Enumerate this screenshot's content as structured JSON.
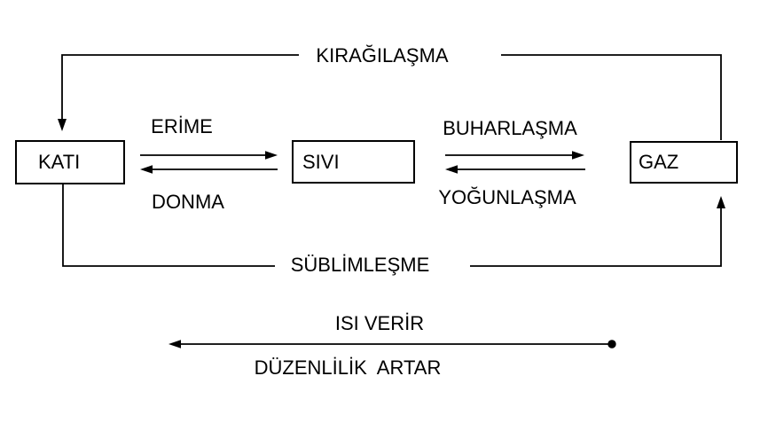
{
  "diagram_type": "phase-change-flowchart",
  "colors": {
    "background": "#ffffff",
    "line": "#000000",
    "text": "#000000"
  },
  "nodes": [
    {
      "id": "kati",
      "label": "KATI"
    },
    {
      "id": "sivi",
      "label": "SIVI"
    },
    {
      "id": "gaz",
      "label": "GAZ"
    }
  ],
  "transitions": [
    {
      "name": "erime",
      "label": "ERİME",
      "from": "KATI",
      "to": "SIVI"
    },
    {
      "name": "donma",
      "label": "DONMA",
      "from": "SIVI",
      "to": "KATI"
    },
    {
      "name": "buharlasma",
      "label": "BUHARLAŞMA",
      "from": "SIVI",
      "to": "GAZ"
    },
    {
      "name": "yogunlasma",
      "label": "YOĞUNLAŞMA",
      "from": "GAZ",
      "to": "SIVI"
    },
    {
      "name": "kiragilasma",
      "label": "KIRAĞILAŞMA",
      "from": "GAZ",
      "to": "KATI"
    },
    {
      "name": "sublimlesme",
      "label": "SÜBLİMLEŞME",
      "from": "KATI",
      "to": "GAZ"
    }
  ],
  "bottom_annotation": {
    "heat_label": "ISI VERİR",
    "order_label": "DÜZENLİLİK  ARTAR",
    "arrow_direction": "right-to-left"
  }
}
